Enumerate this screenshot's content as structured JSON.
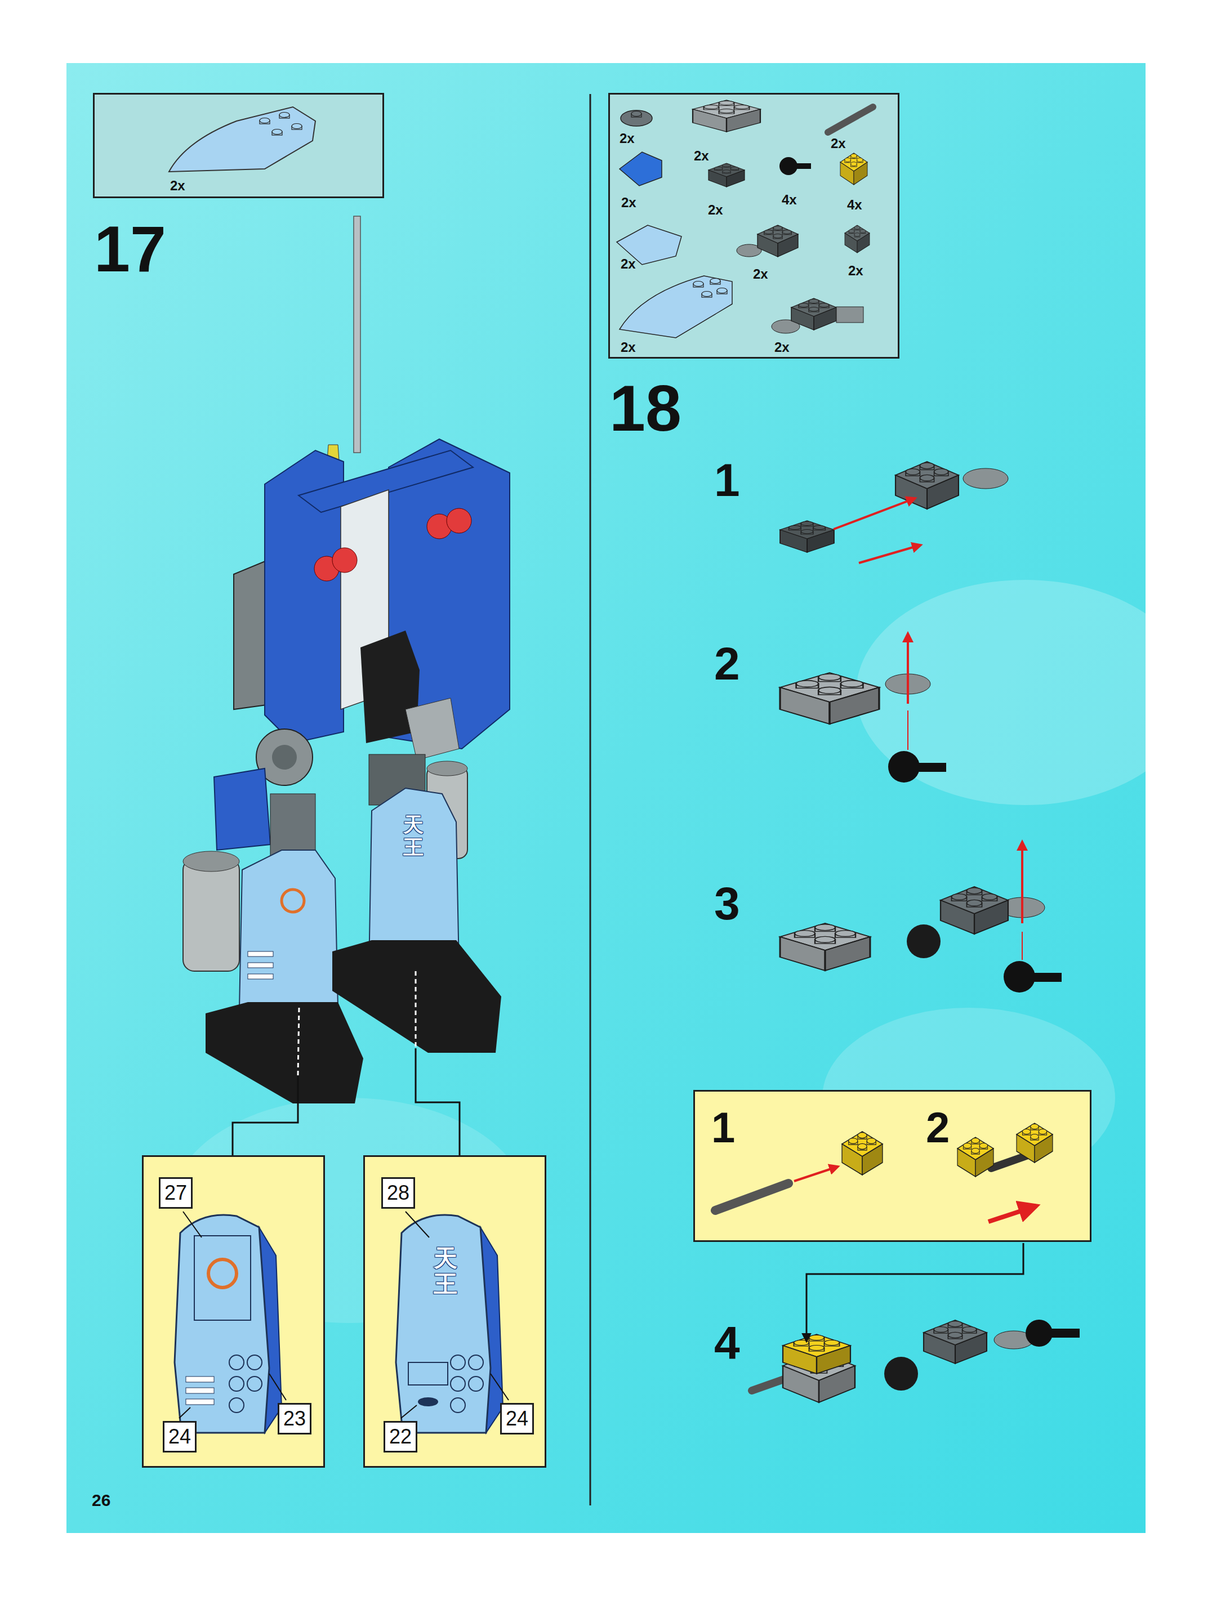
{
  "diagram": {
    "nodes": [
      {
        "text": [
          "2x"
        ]
      },
      {
        "text": [
          "2x",
          "2x",
          "2x",
          "2x",
          "2x",
          "4x",
          "4x",
          "2x",
          "2x",
          "2x",
          "2x",
          "2x"
        ]
      },
      {
        "text": [
          "27",
          "23",
          "24"
        ]
      },
      {
        "text": [
          "28",
          "22",
          "24"
        ]
      },
      {
        "text": [
          "1",
          "2"
        ]
      }
    ],
    "labels": [
      "17",
      "18",
      "1",
      "2",
      "3",
      "4",
      "天王",
      "天王",
      "26"
    ]
  }
}
